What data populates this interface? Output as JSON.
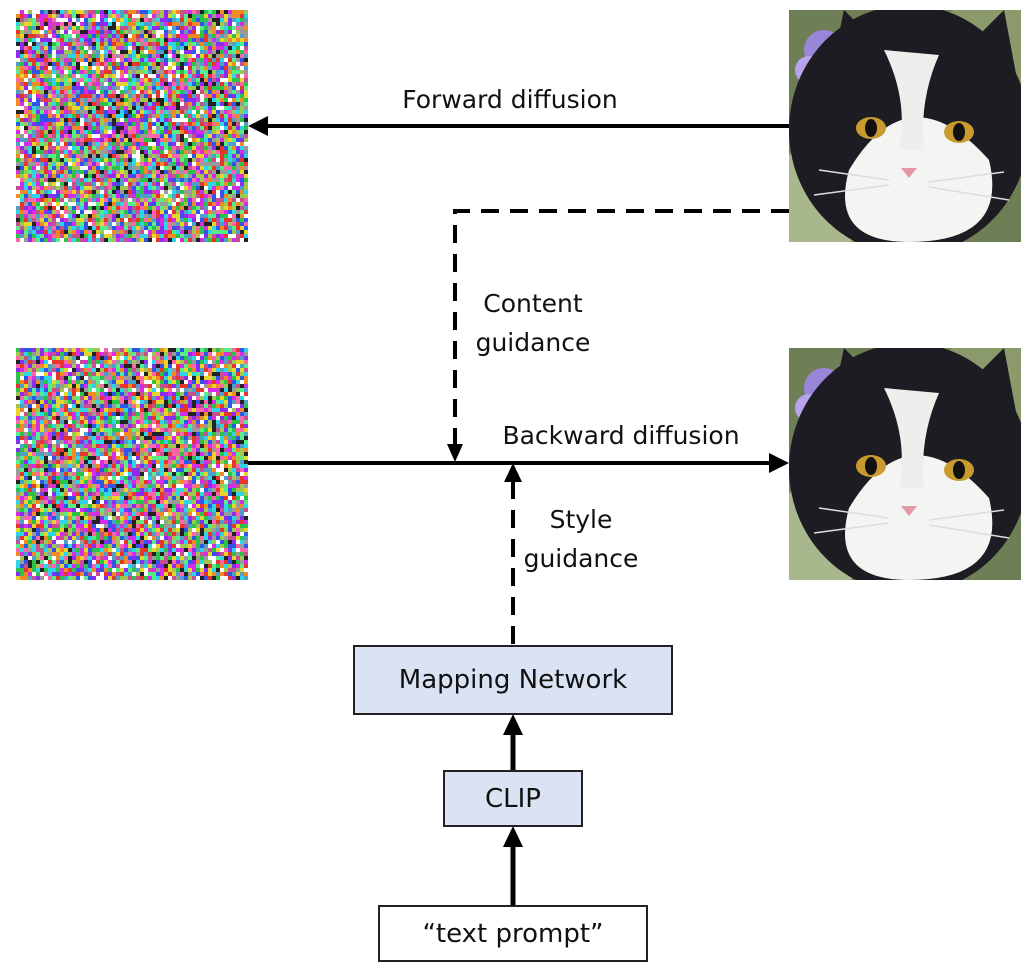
{
  "diagram": {
    "labels": {
      "forward": "Forward diffusion",
      "backward": "Backward diffusion",
      "content_line1": "Content",
      "content_line2": "guidance",
      "style_line1": "Style",
      "style_line2": "guidance"
    },
    "boxes": {
      "mapping": "Mapping Network",
      "clip": "CLIP",
      "prompt": "“text prompt”"
    },
    "images": {
      "noise_top": "noise-image",
      "noise_bottom": "noise-image",
      "cat_top": "cat-photo",
      "cat_bottom": "cat-photo"
    },
    "colors": {
      "box_fill": "#dae3f3",
      "arrow": "#000000"
    }
  }
}
